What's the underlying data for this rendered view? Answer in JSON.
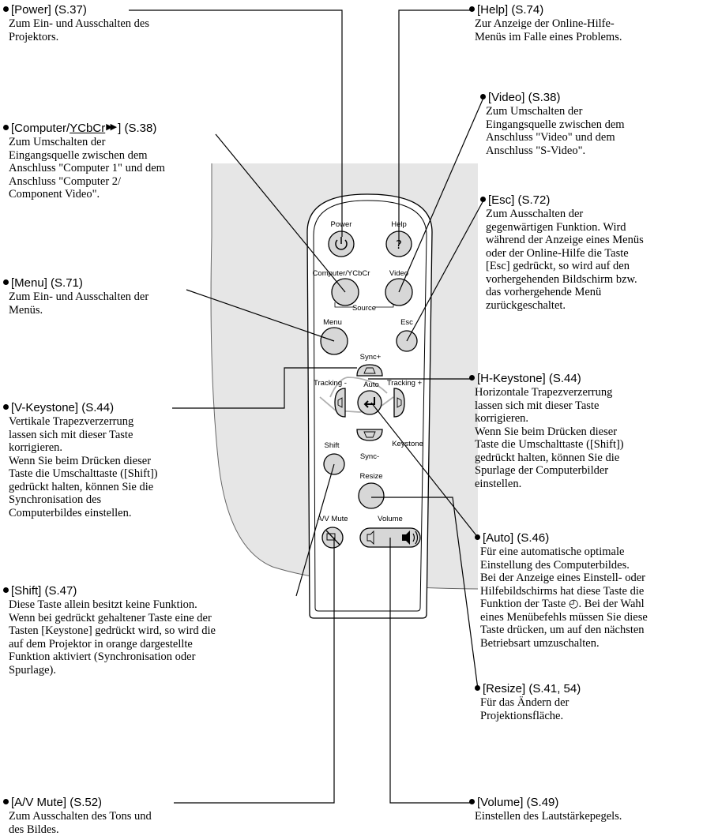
{
  "callouts": {
    "power": {
      "title": "[Power] (S.37)",
      "desc": "Zum Ein- und Ausschalten des\nProjektors."
    },
    "computer": {
      "title_pre": "[Computer/",
      "title_ul": "YCbCr",
      "title_post": "] (S.38)",
      "desc": "Zum Umschalten der\nEingangsquelle zwischen dem\nAnschluss \"Computer 1\" und dem\nAnschluss \"Computer 2/\nComponent Video\"."
    },
    "menu": {
      "title": "[Menu] (S.71)",
      "desc": "Zum Ein- und Ausschalten der\nMenüs."
    },
    "vkeystone": {
      "title": "[V-Keystone] (S.44)",
      "desc": "Vertikale Trapezverzerrung\nlassen sich mit dieser Taste\nkorrigieren.\nWenn Sie beim Drücken dieser\nTaste die Umschalttaste ([Shift])\ngedrückt halten, können Sie die\nSynchronisation des\nComputerbildes einstellen."
    },
    "shift": {
      "title": "[Shift] (S.47)",
      "desc": "Diese Taste allein besitzt keine Funktion.\nWenn bei gedrückt gehaltener Taste eine der\nTasten [Keystone] gedrückt wird, so wird die\nauf dem Projektor in orange dargestellte\nFunktion aktiviert (Synchronisation oder\nSpurlage)."
    },
    "avmute": {
      "title": "[A/V Mute] (S.52)",
      "desc": "Zum Ausschalten des Tons und\ndes Bildes."
    },
    "help": {
      "title": "[Help] (S.74)",
      "desc": "Zur Anzeige der Online-Hilfe-\nMenüs im Falle eines Problems."
    },
    "video": {
      "title": "[Video] (S.38)",
      "desc": "Zum Umschalten der\nEingangsquelle zwischen dem\nAnschluss \"Video\" und dem\nAnschluss \"S-Video\"."
    },
    "esc": {
      "title": "[Esc] (S.72)",
      "desc": "Zum Ausschalten der\ngegenwärtigen Funktion. Wird\nwährend der Anzeige eines Menüs\noder der Online-Hilfe die Taste\n[Esc] gedrückt, so wird auf den\nvorhergehenden Bildschirm bzw.\ndas vorhergehende Menü\nzurückgeschaltet."
    },
    "hkeystone": {
      "title": "[H-Keystone] (S.44)",
      "desc": "Horizontale Trapezverzerrung\nlassen sich mit dieser Taste\nkorrigieren.\nWenn Sie beim Drücken dieser\nTaste die Umschalttaste ([Shift])\ngedrückt halten, können Sie die\nSpurlage der Computerbilder\neinstellen."
    },
    "auto": {
      "title": "[Auto] (S.46)",
      "desc": "Für eine automatische optimale\nEinstellung des Computerbildes.\nBei der Anzeige eines Einstell- oder\nHilfebildschirms hat diese Taste die\nFunktion der Taste ◴. Bei der Wahl\neines Menübefehls müssen Sie diese\nTaste drücken, um auf den nächsten\nBetriebsart umzuschalten."
    },
    "resize": {
      "title": "[Resize] (S.41, 54)",
      "desc": "Für das Ändern der\nProjektionsfläche."
    },
    "volume": {
      "title": "[Volume] (S.49)",
      "desc": "Einstellen des Lautstärkepegels."
    }
  },
  "remote": {
    "power": "Power",
    "help": "Help",
    "computer": "Computer/YCbCr",
    "video": "Video",
    "source": "Source",
    "menu": "Menu",
    "esc": "Esc",
    "sync_plus": "Sync+",
    "tracking_minus": "Tracking -",
    "auto": "Auto",
    "tracking_plus": "Tracking +",
    "keystone": "Keystone",
    "sync_minus": "Sync-",
    "shift": "Shift",
    "resize": "Resize",
    "av_mute": "A/V Mute",
    "volume": "Volume"
  }
}
